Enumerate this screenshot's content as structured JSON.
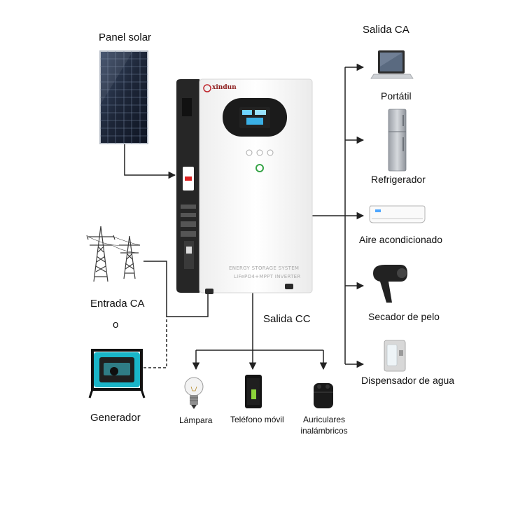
{
  "labels": {
    "solar_panel": "Panel solar",
    "ac_output": "Salida CA",
    "laptop": "Portátil",
    "refrigerator": "Refrigerador",
    "air_conditioner": "Aire acondicionado",
    "hair_dryer": "Secador de pelo",
    "water_dispenser": "Dispensador de agua",
    "ac_input": "Entrada CA",
    "or": "o",
    "generator": "Generador",
    "dc_output": "Salida CC",
    "lamp": "Lámpara",
    "mobile_phone": "Teléfono móvil",
    "wireless_earbuds_line1": "Auriculares",
    "wireless_earbuds_line2": "inalámbricos"
  },
  "device": {
    "brand": "xindun",
    "line1": "ENERGY STORAGE SYSTEM",
    "line2": "LiFePO4+MPPT INVERTER"
  },
  "colors": {
    "line": "#222222",
    "device_body": "#f7f7f7",
    "device_side": "#2a2a2a",
    "generator_accent": "#19b5c8",
    "brand_red": "#c0262d"
  }
}
